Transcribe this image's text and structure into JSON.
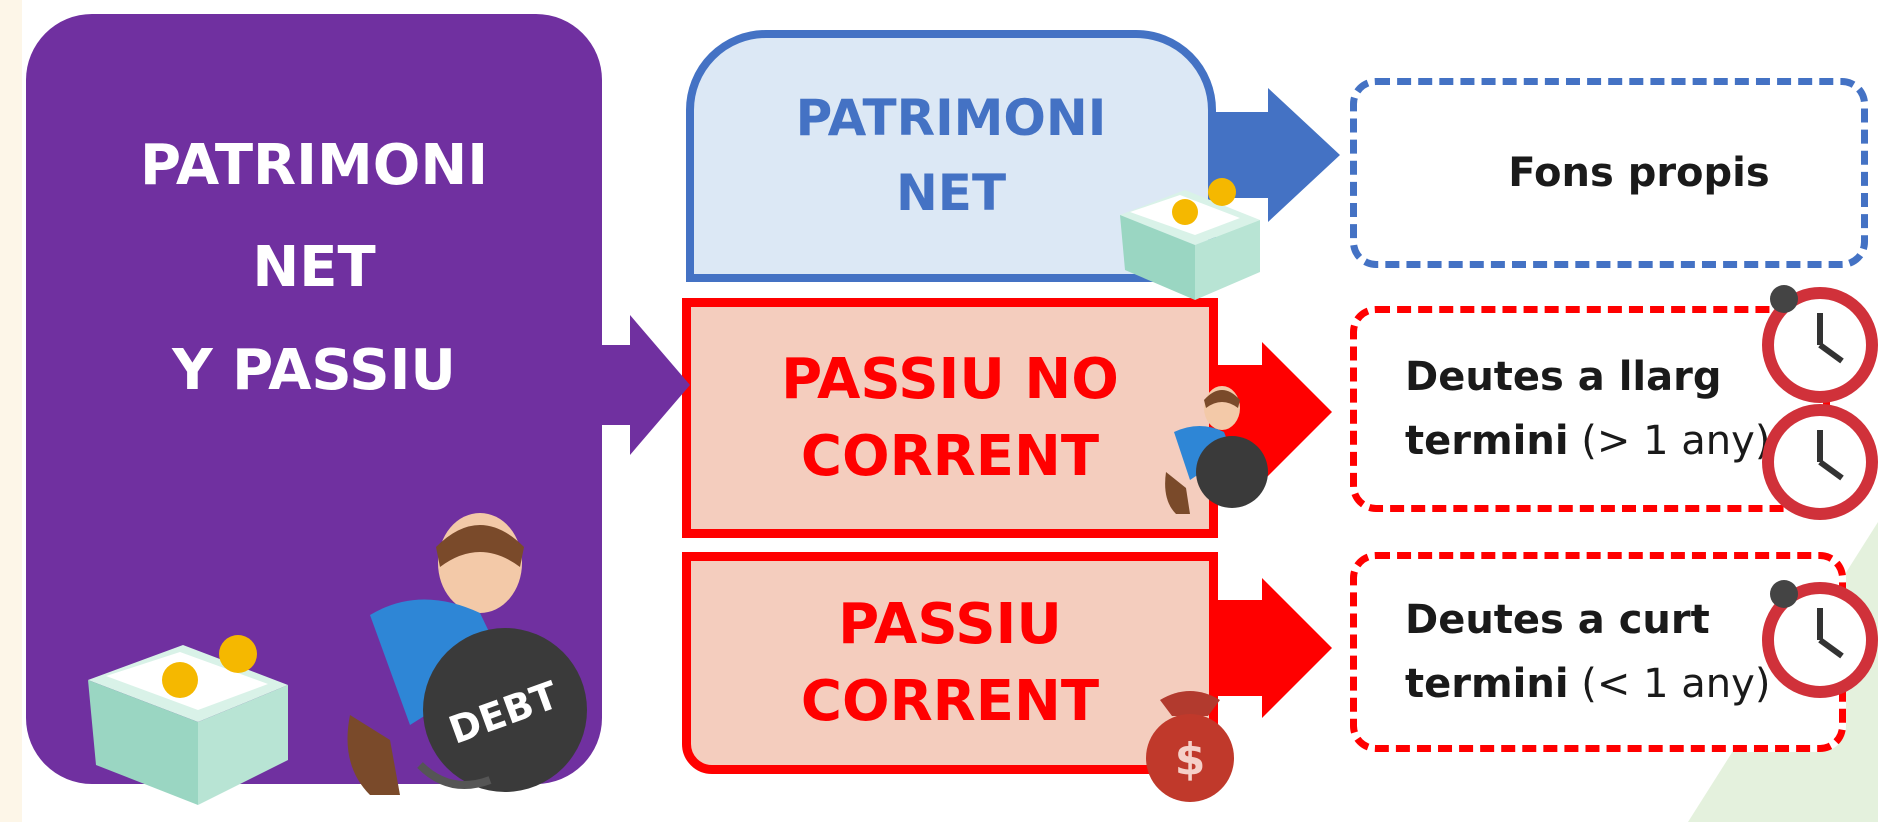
{
  "colors": {
    "purple": "#7030a0",
    "blue": "#4472c4",
    "light_blue": "#dce8f5",
    "red": "#ff0000",
    "salmon": "#f4cdbe",
    "dark_text": "#1a1a1a"
  },
  "main_box": {
    "line1": "PATRIMONI",
    "line2": "NET",
    "line3": "Y PASSIU"
  },
  "patrimoni_net_box": {
    "line1": "PATRIMONI",
    "line2": "NET"
  },
  "passiu_no_corrent_box": {
    "line1": "PASSIU NO",
    "line2": "CORRENT"
  },
  "passiu_corrent_box": {
    "line1": "PASSIU",
    "line2": "CORRENT"
  },
  "fons_propis": {
    "text": "Fons propis"
  },
  "deutes_llarg": {
    "line1": "Deutes a llarg",
    "line2_bold": "termini",
    "line2_light": " (> 1 any)"
  },
  "deutes_curt": {
    "line1": "Deutes a curt",
    "line2_bold": "termini",
    "line2_light": " (< 1 any)"
  },
  "icons": {
    "money_box": "money-box-icon",
    "debt_man": "debt-prisoner-icon",
    "alarm_clock": "alarm-clock-icon",
    "money_bag": "money-bag-icon",
    "debt_ball_label": "DEBT",
    "money_bag_label": "$"
  }
}
